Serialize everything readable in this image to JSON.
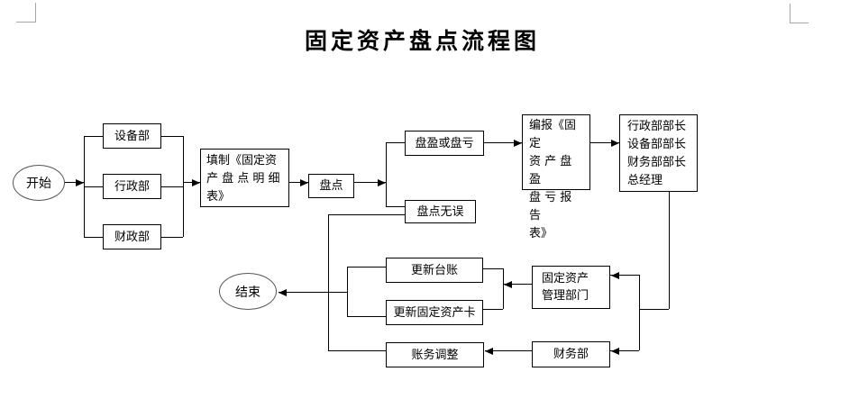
{
  "title": "固定资产盘点流程图",
  "flowchart": {
    "start_label": "开始",
    "end_label": "结束",
    "dept_equipment": "设备部",
    "dept_admin": "行政部",
    "dept_finance": "财政部",
    "fill_form": "填制《固定资\n产 盘 点 明 细\n表》",
    "inventory": "盘点",
    "surplus_or_deficit": "盘盈或盘亏",
    "inventory_ok": "盘点无误",
    "report": "编报《固定\n资 产 盘 盈\n盘 亏 报 告\n表》",
    "approvers": "行政部部长\n设备部部长\n财务部部长\n总经理",
    "asset_mgmt_dept": "固定资产\n管理部门",
    "update_ledger": "更新台账",
    "update_asset_card": "更新固定资产卡",
    "account_adjustment": "账务调整",
    "finance_dept": "财务部"
  },
  "colors": {
    "line": "#000000",
    "box_border": "#000000",
    "ellipse_border": "#565656",
    "crop_mark": "#a6a6a6",
    "background": "#ffffff",
    "text": "#000000"
  }
}
